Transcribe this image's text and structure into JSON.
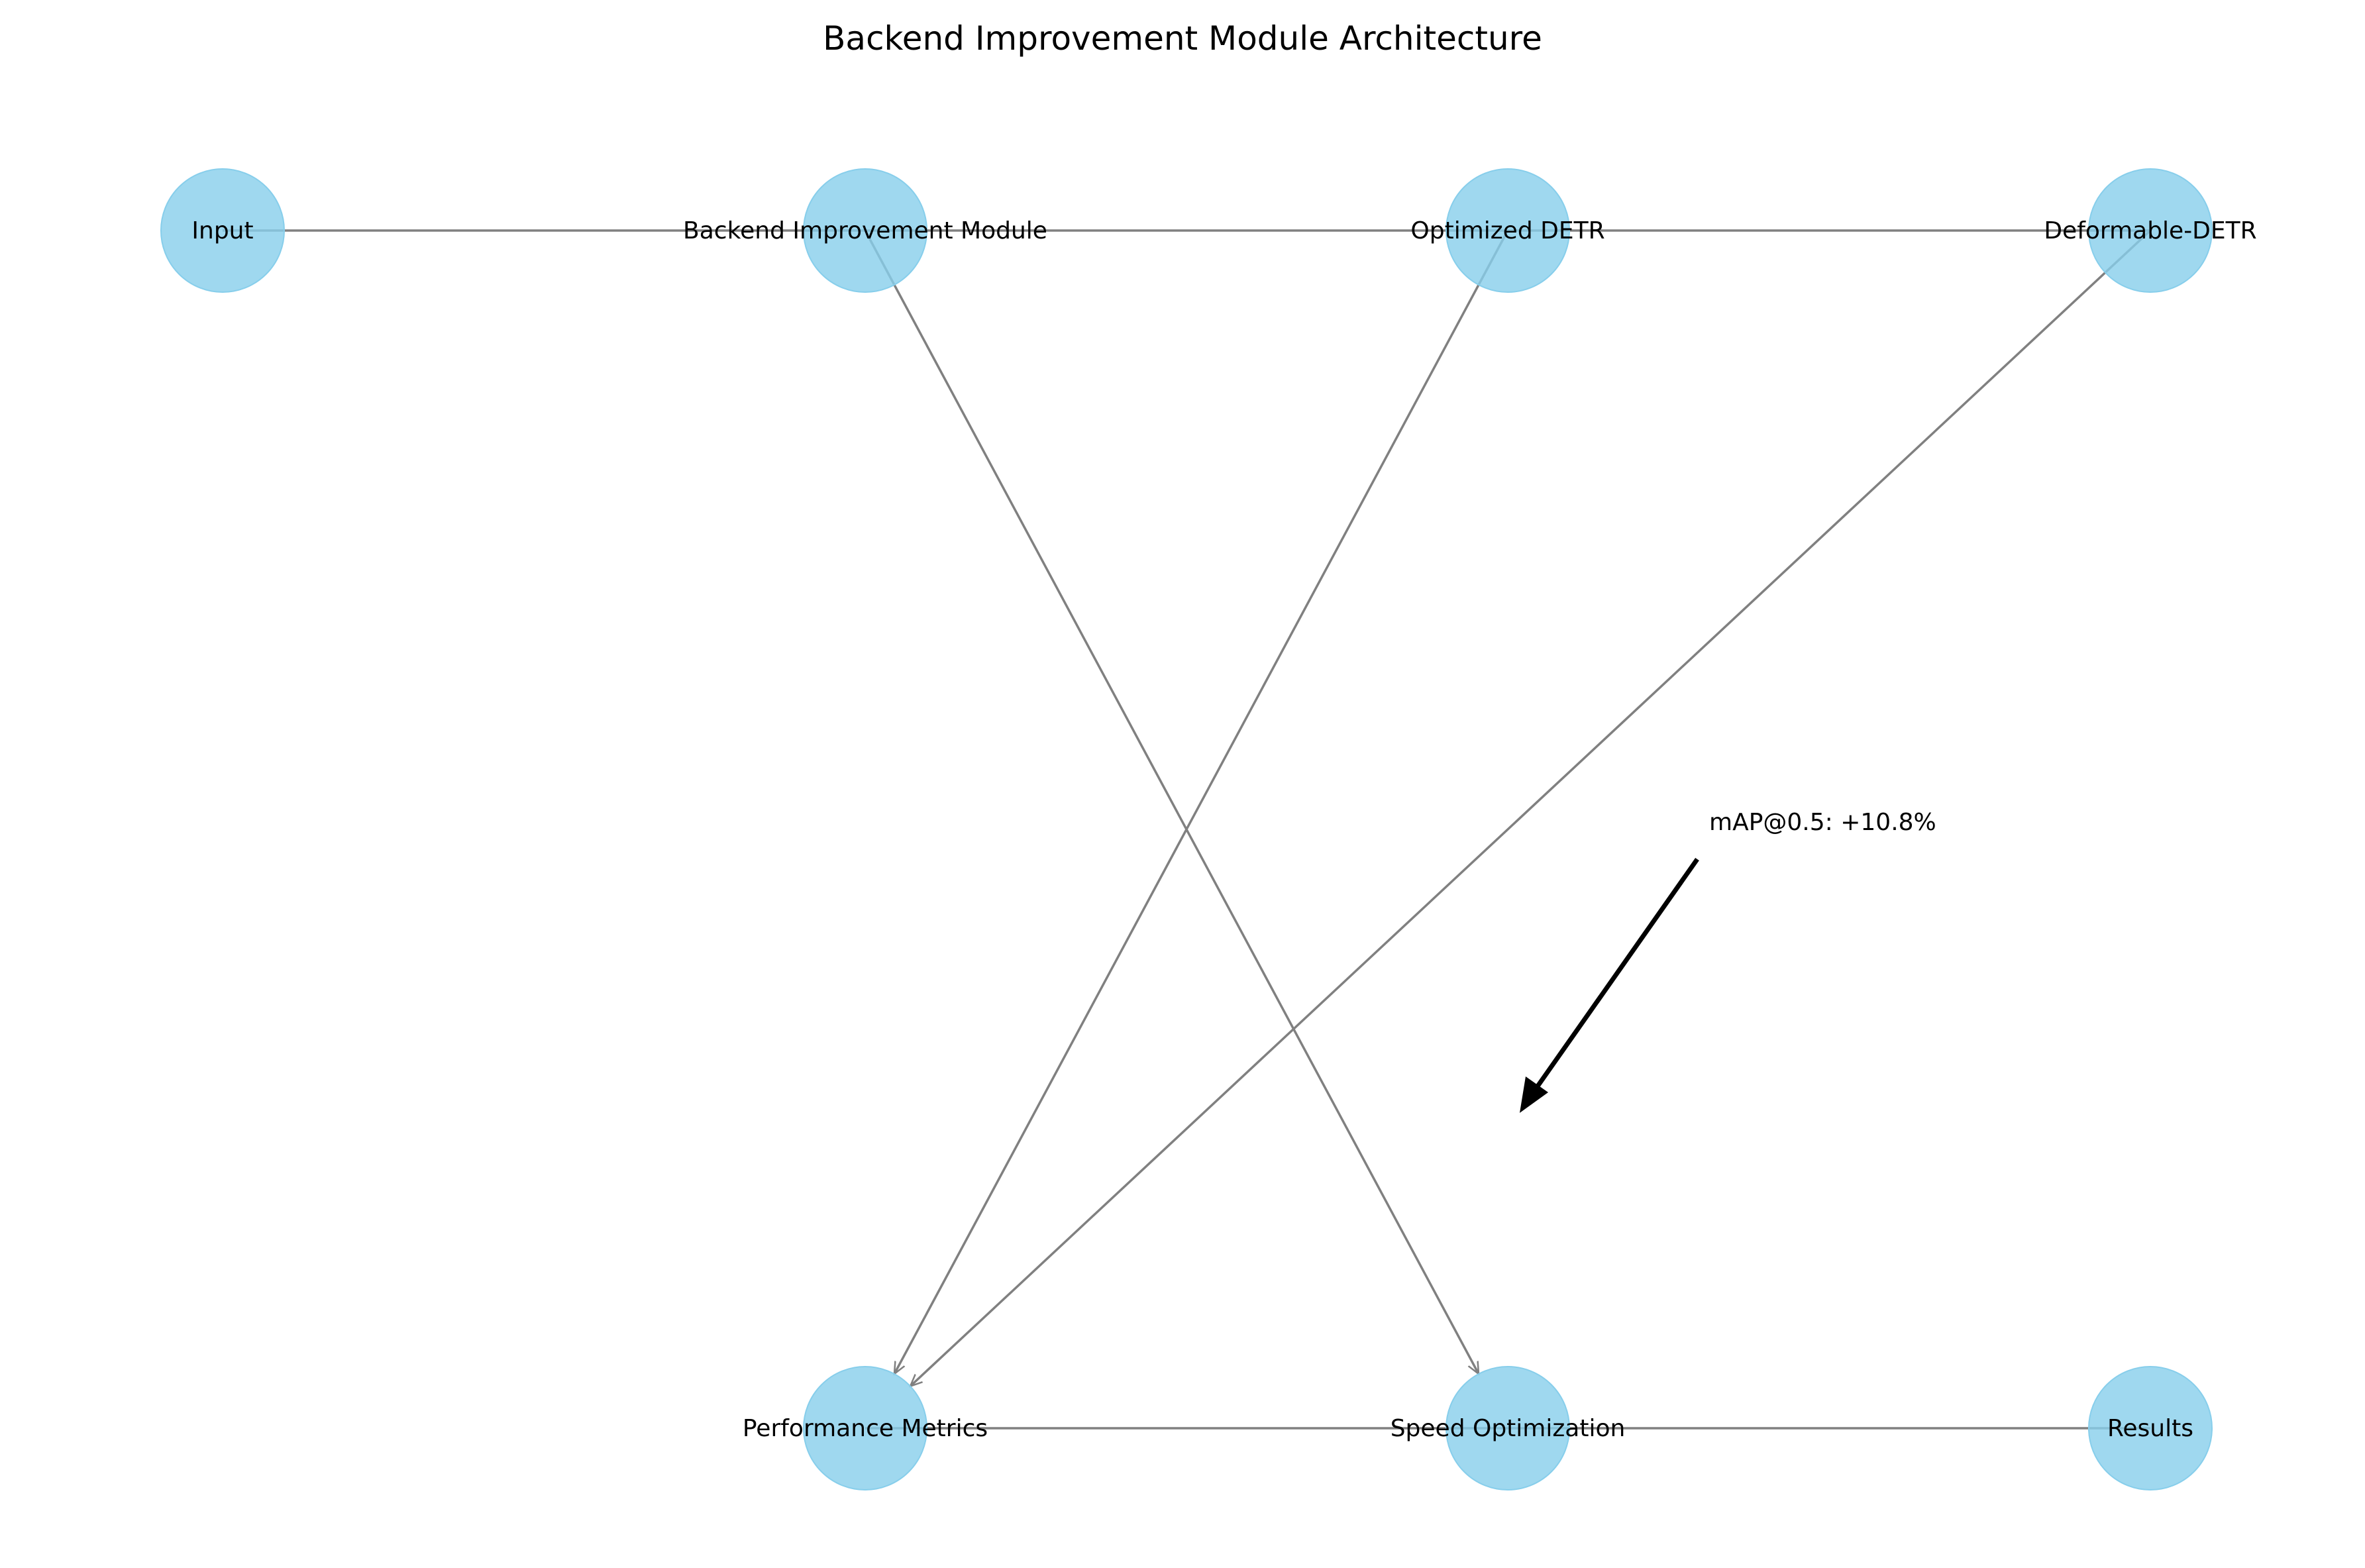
{
  "title": "Backend Improvement Module Architecture",
  "colors": {
    "node_fill": "#87ceeb",
    "edge": "#808080",
    "text": "#000000",
    "annotation_arrow": "#000000"
  },
  "nodes": [
    {
      "id": "input",
      "label": "Input"
    },
    {
      "id": "backend",
      "label": "Backend Improvement Module"
    },
    {
      "id": "detr",
      "label": "Optimized DETR"
    },
    {
      "id": "deformable",
      "label": "Deformable-DETR"
    },
    {
      "id": "metrics",
      "label": "Performance Metrics"
    },
    {
      "id": "speed",
      "label": "Speed Optimization"
    },
    {
      "id": "results",
      "label": "Results"
    }
  ],
  "edges": [
    {
      "from": "input",
      "to": "backend",
      "directed": false
    },
    {
      "from": "backend",
      "to": "detr",
      "directed": false
    },
    {
      "from": "detr",
      "to": "deformable",
      "directed": false
    },
    {
      "from": "metrics",
      "to": "speed",
      "directed": false
    },
    {
      "from": "speed",
      "to": "results",
      "directed": false
    },
    {
      "from": "backend",
      "to": "speed",
      "directed": true
    },
    {
      "from": "detr",
      "to": "metrics",
      "directed": true
    },
    {
      "from": "deformable",
      "to": "metrics",
      "directed": true
    }
  ],
  "annotation": {
    "text": "mAP@0.5: +10.8%"
  }
}
